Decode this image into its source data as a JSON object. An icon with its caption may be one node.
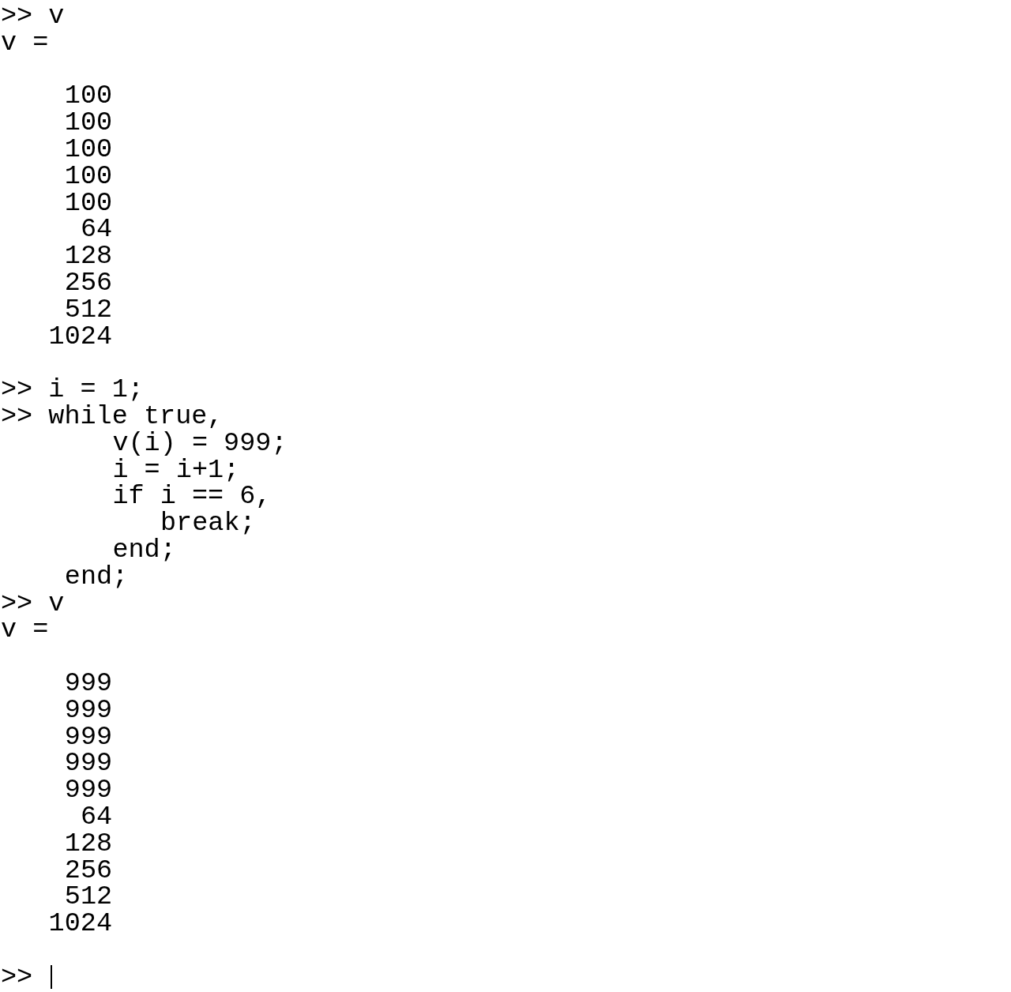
{
  "diagram": {
    "labels": [
      ">> v",
      "v =",
      "100",
      "100",
      "100",
      "100",
      "100",
      "64",
      "128",
      "256",
      "512",
      "1024",
      ">> i = 1;",
      ">> while true,",
      "v(i) = 999;",
      "i = i+1;",
      "if i == 6,",
      "break;",
      "end;",
      "end;",
      ">> v",
      "v =",
      "999",
      "999",
      "999",
      "999",
      "999",
      "64",
      "128",
      "256",
      "512",
      "1024",
      ">>"
    ]
  }
}
